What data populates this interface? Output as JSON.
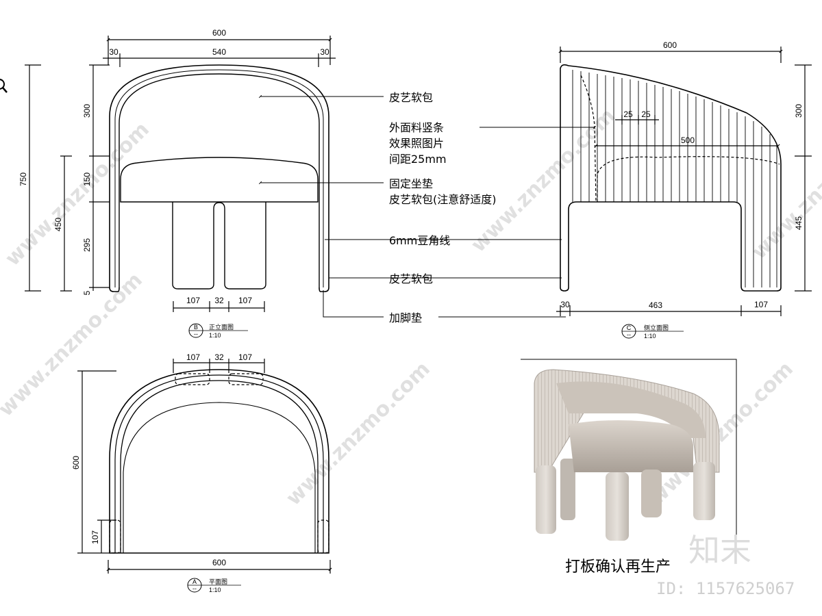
{
  "front_view": {
    "dims": {
      "total_width": "600",
      "inner_width": "540",
      "side_left": "30",
      "side_right": "30",
      "height_total": "750",
      "h_top": "300",
      "h_cushion": "150",
      "h_leg": "295",
      "h_pad": "5",
      "h_seat": "450",
      "leg_a": "107",
      "leg_gap": "32",
      "leg_b": "107"
    },
    "title_code": "B",
    "title_sub": "--",
    "title": "正立面图",
    "scale": "1:10"
  },
  "side_view": {
    "dims": {
      "total_width": "600",
      "rib_a": "25",
      "rib_b": "25",
      "inner_depth": "500",
      "h_top": "300",
      "h_seat": "445",
      "foot_pad": "30",
      "span": "463",
      "leg_depth": "107"
    },
    "title_code": "C",
    "title_sub": "--",
    "title": "侧立面图",
    "scale": "1:10"
  },
  "plan_view": {
    "dims": {
      "leg_a": "107",
      "leg_gap": "32",
      "leg_b": "107",
      "depth": "600",
      "front_leg": "107",
      "width": "600"
    },
    "title_code": "A",
    "title_sub": "--",
    "title": "平面图",
    "scale": "1:10"
  },
  "annotations": {
    "leather_back": "皮艺软包",
    "stripe_line1": "外面料竖条",
    "stripe_line2": "效果照图片",
    "stripe_line3": "间距25mm",
    "seat_line1": "固定坐垫",
    "seat_line2": "皮艺软包(注意舒适度)",
    "bead_line": "6mm豆角线",
    "leather_side": "皮艺软包",
    "foot_pad": "加脚垫"
  },
  "photo_caption": "打板确认再生产",
  "watermark": {
    "site": "www.znzmo.com",
    "brand": "知末",
    "id": "ID: 1157625067"
  }
}
